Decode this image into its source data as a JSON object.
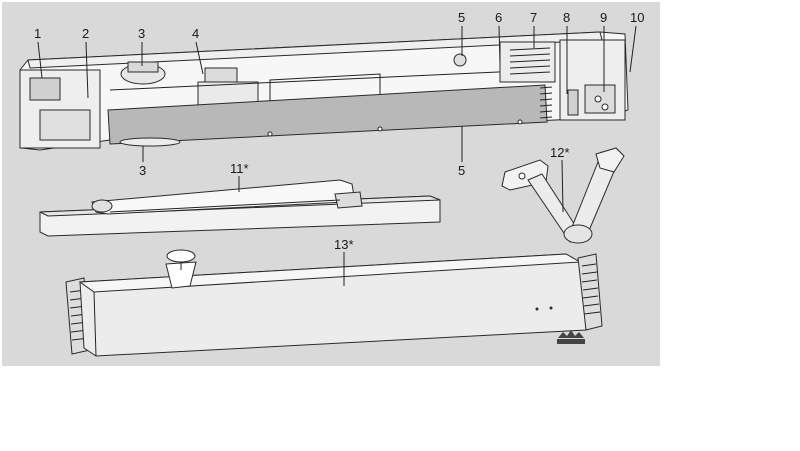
{
  "colors": {
    "panel": "#d9d9d9",
    "outline": "#2a2a2a",
    "part_fill": "#f7f7f7",
    "cover_fill": "#e8e8e8",
    "dark_band": "#b8b8b8"
  },
  "callouts": [
    {
      "id": "c1",
      "text": "1"
    },
    {
      "id": "c2",
      "text": "2"
    },
    {
      "id": "c3a",
      "text": "3"
    },
    {
      "id": "c4",
      "text": "4"
    },
    {
      "id": "c5a",
      "text": "5"
    },
    {
      "id": "c6",
      "text": "6"
    },
    {
      "id": "c7",
      "text": "7"
    },
    {
      "id": "c8",
      "text": "8"
    },
    {
      "id": "c9",
      "text": "9"
    },
    {
      "id": "c10",
      "text": "10"
    },
    {
      "id": "c3b",
      "text": "3"
    },
    {
      "id": "c5b",
      "text": "5"
    },
    {
      "id": "c11",
      "text": "11*"
    },
    {
      "id": "c12",
      "text": "12*"
    },
    {
      "id": "c13",
      "text": "13*"
    }
  ]
}
